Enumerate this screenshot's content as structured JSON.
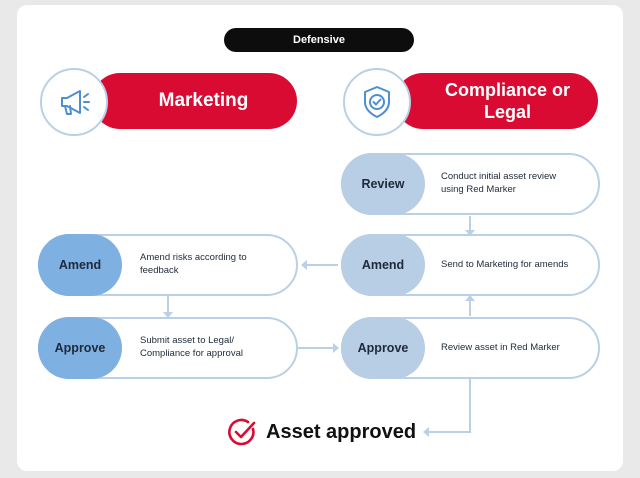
{
  "tag": "Defensive",
  "colors": {
    "brand_red": "#d90b32",
    "line_blue": "#b9d0e6",
    "left_label": "#7eb0e2",
    "right_label": "#b8cee4"
  },
  "marketing": {
    "title": "Marketing",
    "icon": "megaphone-icon",
    "steps": [
      {
        "label": "Amend",
        "desc": "Amend risks according to feedback"
      },
      {
        "label": "Approve",
        "desc": "Submit asset to Legal/ Compliance for approval"
      }
    ]
  },
  "compliance": {
    "title": "Compliance or Legal",
    "icon": "shield-check-icon",
    "steps": [
      {
        "label": "Review",
        "desc": "Conduct initial asset review using Red Marker"
      },
      {
        "label": "Amend",
        "desc": "Send to Marketing for amends"
      },
      {
        "label": "Approve",
        "desc": "Review asset in Red Marker"
      }
    ]
  },
  "result": {
    "text": "Asset approved",
    "icon": "check-circle-icon"
  }
}
